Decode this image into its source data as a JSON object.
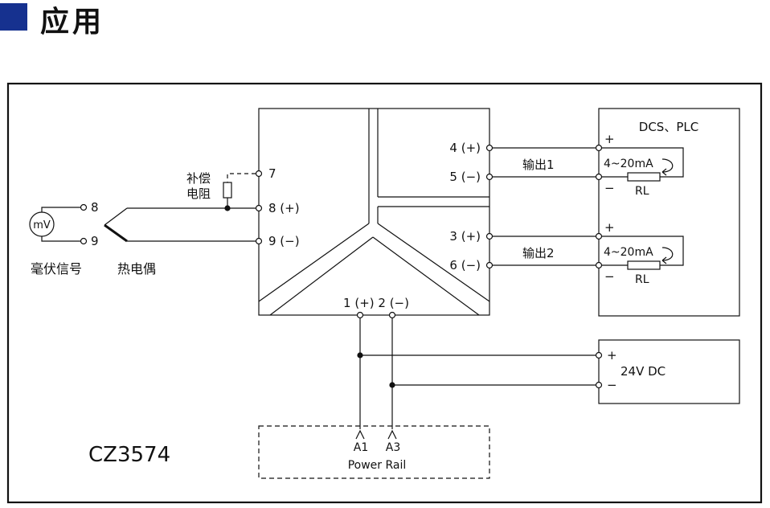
{
  "header": {
    "title": "应用",
    "accent_color": "#16318f"
  },
  "module": {
    "model": "CZ3574",
    "input_terminals": {
      "t7": "7",
      "t8": "8 (+)",
      "t9": "9 (−)"
    },
    "output_terminals": {
      "t4": "4 (+)",
      "t5": "5 (−)",
      "t3": "3 (+)",
      "t6": "6 (−)"
    },
    "power_terminals": "1 (+) 2 (−)"
  },
  "source": {
    "symbol": "mV",
    "pin_top": "8",
    "pin_bottom": "9",
    "label": "毫伏信号"
  },
  "thermocouple_label": "热电偶",
  "compensation_label_line1": "补偿",
  "compensation_label_line2": "电阻",
  "outputs": [
    {
      "label": "输出1",
      "plus": "+",
      "minus": "−",
      "current": "4~20mA",
      "load": "RL"
    },
    {
      "label": "输出2",
      "plus": "+",
      "minus": "−",
      "current": "4~20mA",
      "load": "RL"
    }
  ],
  "dcs_label": "DCS、PLC",
  "power_supply": {
    "label": "24V DC",
    "plus": "+",
    "minus": "−"
  },
  "power_rail": {
    "pin_a1": "A1",
    "pin_a3": "A3",
    "label": "Power Rail"
  },
  "colors": {
    "line": "#111111",
    "title_square": "#16318f"
  }
}
